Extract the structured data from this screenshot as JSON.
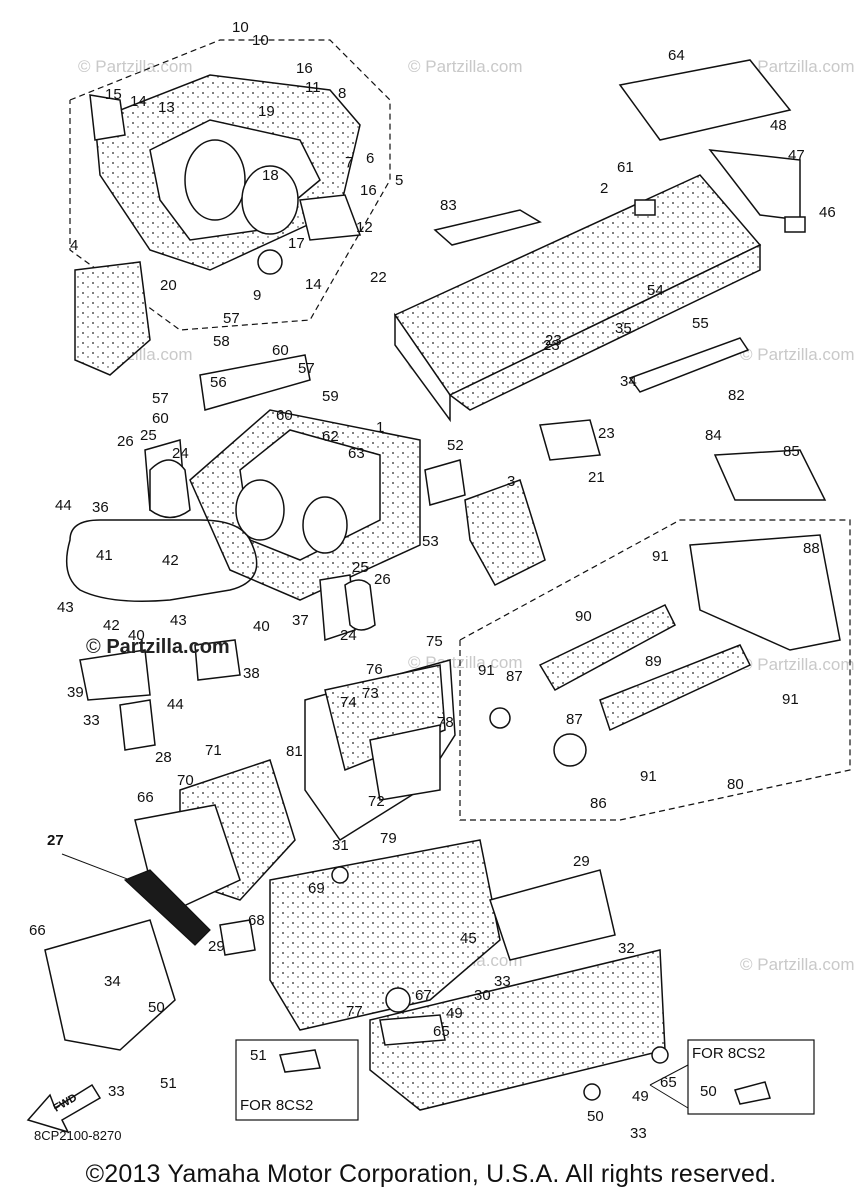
{
  "watermark": "© Partzilla.com",
  "watermark_bold": "Partzilla.com",
  "fwd_label": "FWD",
  "diagram_code": "8CP2100-8270",
  "copyright": "©2013 Yamaha Motor Corporation, U.S.A. All rights reserved.",
  "note_box_left": {
    "part": "51",
    "caption": "FOR 8CS2"
  },
  "note_box_right": {
    "part": "50",
    "caption": "FOR 8CS2"
  },
  "callouts": [
    "10",
    "10",
    "16",
    "15",
    "14",
    "13",
    "19",
    "11",
    "8",
    "6",
    "18",
    "7",
    "16",
    "5",
    "12",
    "17",
    "9",
    "14",
    "4",
    "20",
    "22",
    "64",
    "48",
    "47",
    "46",
    "2",
    "61",
    "83",
    "54",
    "55",
    "23",
    "35",
    "34",
    "82",
    "57",
    "58",
    "60",
    "56",
    "57",
    "59",
    "57",
    "60",
    "60",
    "62",
    "63",
    "1",
    "52",
    "3",
    "53",
    "23",
    "21",
    "23",
    "26",
    "25",
    "24",
    "44",
    "36",
    "41",
    "42",
    "43",
    "40",
    "42",
    "43",
    "40",
    "39",
    "38",
    "44",
    "33",
    "28",
    "25",
    "26",
    "37",
    "24",
    "84",
    "85",
    "88",
    "91",
    "90",
    "87",
    "91",
    "89",
    "91",
    "87",
    "91",
    "86",
    "80",
    "76",
    "75",
    "74",
    "73",
    "81",
    "78",
    "72",
    "71",
    "70",
    "66",
    "31",
    "79",
    "29",
    "27",
    "66",
    "69",
    "68",
    "29",
    "34",
    "50",
    "45",
    "33",
    "30",
    "32",
    "49",
    "67",
    "77",
    "65",
    "65",
    "50",
    "49",
    "33",
    "33",
    "51",
    "50"
  ]
}
